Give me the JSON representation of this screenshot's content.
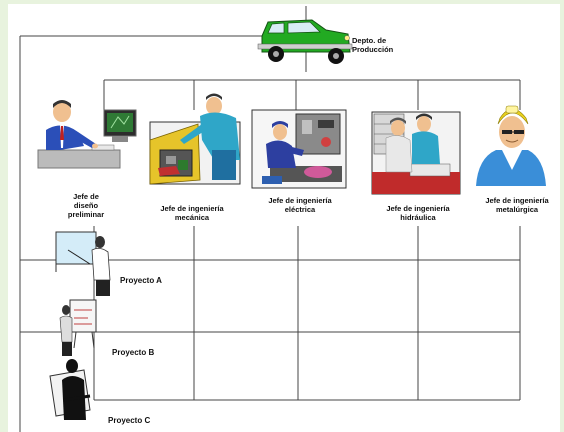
{
  "org_chart": {
    "top": {
      "label": "Depto. de\nProducción",
      "icon": "car-icon",
      "color": "#22aa22"
    },
    "managers": [
      {
        "label": "Jefe de\ndiseño\npreliminar",
        "icon": "designer-at-computer-icon"
      },
      {
        "label": "Jefe de ingeniería\nmecánica",
        "icon": "mechanic-at-engine-icon"
      },
      {
        "label": "Jefe de ingeniería\neléctrica",
        "icon": "electrician-at-panel-icon"
      },
      {
        "label": "Jefe de ingeniería\nhidráulica",
        "icon": "hydraulic-engineers-icon"
      },
      {
        "label": "Jefe de ingeniería\nmetalúrgica",
        "icon": "miner-with-helmet-icon"
      }
    ],
    "projects": [
      {
        "label": "Proyecto A",
        "icon": "presenter-pointing-icon"
      },
      {
        "label": "Proyecto B",
        "icon": "presenter-at-easel-icon"
      },
      {
        "label": "Proyecto C",
        "icon": "presenter-with-board-icon"
      }
    ]
  }
}
